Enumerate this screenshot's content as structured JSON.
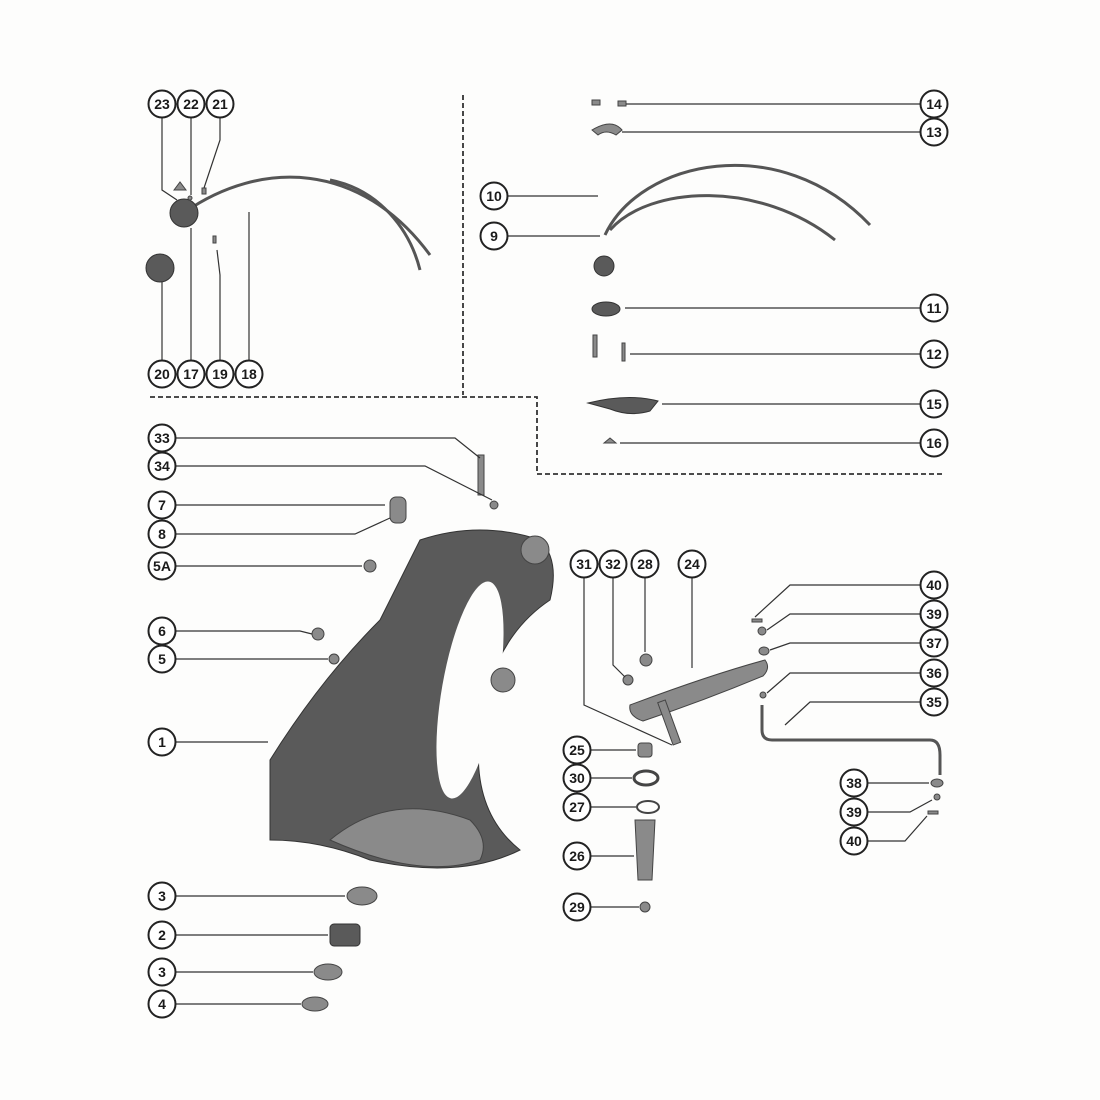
{
  "diagram": {
    "callouts": [
      "23",
      "22",
      "21",
      "20",
      "17",
      "19",
      "18",
      "14",
      "13",
      "10",
      "9",
      "11",
      "12",
      "15",
      "16",
      "33",
      "34",
      "7",
      "8",
      "5A",
      "6",
      "5",
      "1",
      "3",
      "2",
      "3",
      "4",
      "31",
      "32",
      "28",
      "24",
      "40",
      "39",
      "37",
      "36",
      "35",
      "25",
      "30",
      "27",
      "26",
      "29",
      "38",
      "39",
      "40"
    ]
  }
}
